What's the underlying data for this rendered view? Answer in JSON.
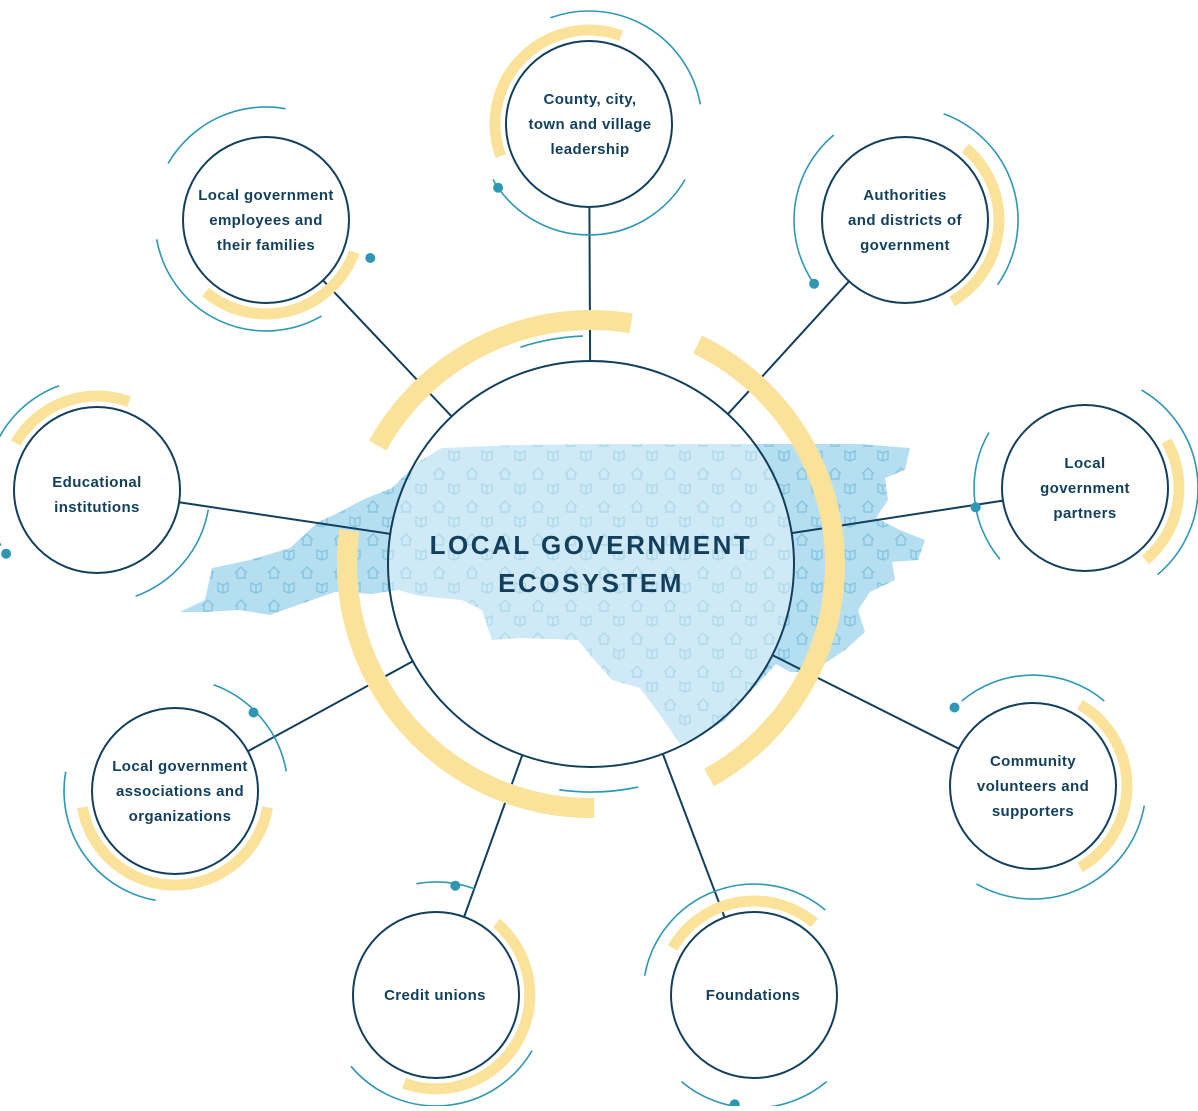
{
  "center": {
    "title": "LOCAL GOVERNMENT\nECOSYSTEM"
  },
  "nodes": [
    {
      "id": "leadership",
      "label": "County, city,\ntown and village\nleadership"
    },
    {
      "id": "authorities",
      "label": "Authorities\nand districts of\ngovernment"
    },
    {
      "id": "partners",
      "label": "Local\ngovernment\npartners"
    },
    {
      "id": "volunteers",
      "label": "Community\nvolunteers and\nsupporters"
    },
    {
      "id": "foundations",
      "label": "Foundations"
    },
    {
      "id": "credit-unions",
      "label": "Credit unions"
    },
    {
      "id": "associations",
      "label": "Local government\nassociations and\norganizations"
    },
    {
      "id": "educational",
      "label": "Educational\ninstitutions"
    },
    {
      "id": "employees",
      "label": "Local government\nemployees and\ntheir families"
    }
  ],
  "colors": {
    "navy": "#123f5c",
    "teal": "#2e97b3",
    "gold": "#fbe29a",
    "map_fill": "#a9d8ef",
    "map_icon": "#7fc3e0"
  },
  "map_icons": [
    "house-icon",
    "book-icon",
    "capitol-icon",
    "medical-kit-icon",
    "megaphone-icon",
    "traffic-cone-icon",
    "tower-icon"
  ]
}
